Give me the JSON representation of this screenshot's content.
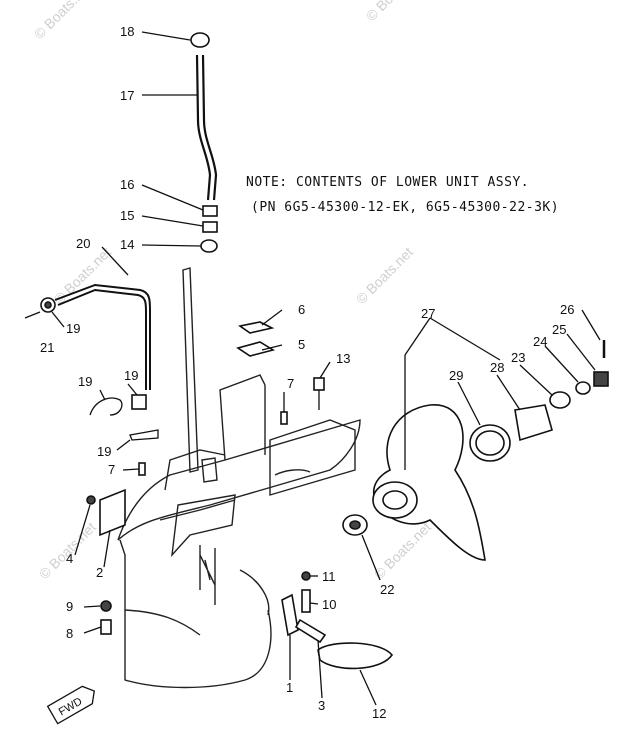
{
  "note": {
    "line1": "NOTE: CONTENTS OF LOWER UNIT ASSY.",
    "line2": "(PN 6G5-45300-12-EK, 6G5-45300-22-3K)"
  },
  "watermark": "© Boats.net",
  "fwd_label": "FWD",
  "callouts": {
    "c1": "1",
    "c2": "2",
    "c3": "3",
    "c4": "4",
    "c5": "5",
    "c6": "6",
    "c7a": "7",
    "c7b": "7",
    "c8": "8",
    "c9": "9",
    "c10": "10",
    "c11": "11",
    "c12": "12",
    "c13": "13",
    "c14": "14",
    "c15": "15",
    "c16": "16",
    "c17": "17",
    "c18": "18",
    "c19a": "19",
    "c19b": "19",
    "c19c": "19",
    "c19d": "19",
    "c20": "20",
    "c21": "21",
    "c22": "22",
    "c23": "23",
    "c24": "24",
    "c25": "25",
    "c26": "26",
    "c27": "27",
    "c28": "28",
    "c29": "29"
  },
  "colors": {
    "line": "#111111",
    "watermark": "#cfcfcf",
    "background": "#ffffff"
  }
}
